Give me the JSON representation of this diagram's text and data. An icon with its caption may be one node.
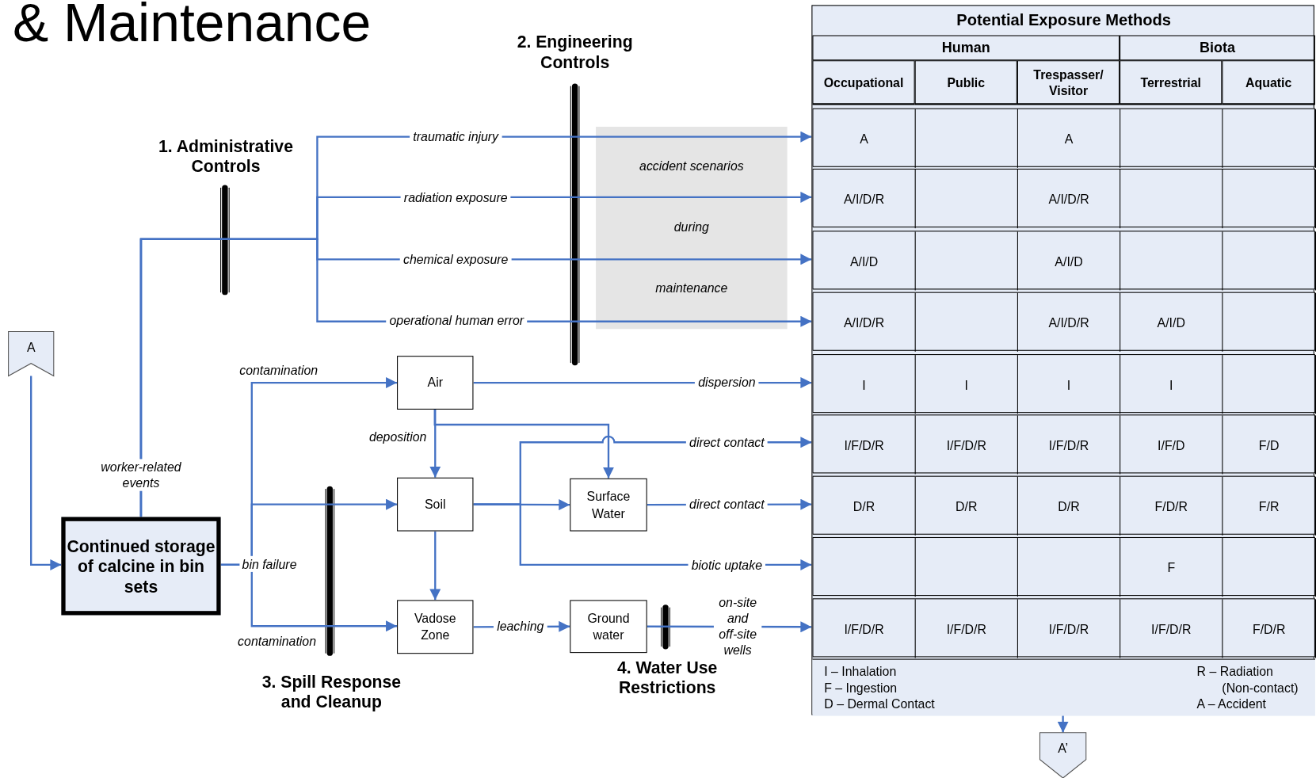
{
  "diagram": {
    "title": "& Maintenance",
    "nodes": [
      {
        "text": [
          "A"
        ]
      },
      {
        "text": [
          "Continued storage of calcine in bin sets"
        ]
      },
      {
        "text": [
          "Air"
        ]
      },
      {
        "text": [
          "Soil"
        ]
      },
      {
        "text": [
          "Surface Water"
        ]
      },
      {
        "text": [
          "Vadose Zone"
        ]
      },
      {
        "text": [
          "Ground water"
        ]
      },
      {
        "text": [
          "Potential Exposure Methods"
        ]
      },
      {
        "text": [
          "Human"
        ],
        "in": 7
      },
      {
        "text": [
          "Biota"
        ],
        "in": 7
      },
      {
        "text": [
          "Occupational"
        ],
        "in": 7
      },
      {
        "text": [
          "Public"
        ],
        "in": 7
      },
      {
        "text": [
          "Trespasser/ Visitor"
        ],
        "in": 7
      },
      {
        "text": [
          "Terrestrial"
        ],
        "in": 7
      },
      {
        "text": [
          "Aquatic"
        ],
        "in": 7
      },
      {
        "text": [],
        "shape": "band",
        "in": 7
      },
      {
        "text": [
          "A"
        ],
        "in": 15
      },
      {
        "text": [],
        "shape": "box",
        "in": 15
      },
      {
        "text": [
          "A"
        ],
        "in": 15
      },
      {
        "text": [],
        "shape": "box",
        "in": 15
      },
      {
        "text": [],
        "shape": "box",
        "in": 15
      },
      {
        "text": [],
        "shape": "band",
        "in": 7
      },
      {
        "text": [
          "A/I/D/R"
        ],
        "in": 21
      },
      {
        "text": [],
        "shape": "box",
        "in": 21
      },
      {
        "text": [
          "A/I/D/R"
        ],
        "in": 21
      },
      {
        "text": [],
        "shape": "box",
        "in": 21
      },
      {
        "text": [],
        "shape": "box",
        "in": 21
      },
      {
        "text": [],
        "shape": "band",
        "in": 7
      },
      {
        "text": [
          "A/I/D"
        ],
        "in": 27
      },
      {
        "text": [],
        "shape": "box",
        "in": 27
      },
      {
        "text": [
          "A/I/D"
        ],
        "in": 27
      },
      {
        "text": [],
        "shape": "box",
        "in": 27
      },
      {
        "text": [],
        "shape": "box",
        "in": 27
      },
      {
        "text": [],
        "shape": "band",
        "in": 7
      },
      {
        "text": [
          "A/I/D/R"
        ],
        "in": 33
      },
      {
        "text": [],
        "shape": "box",
        "in": 33
      },
      {
        "text": [
          "A/I/D/R"
        ],
        "in": 33
      },
      {
        "text": [
          "A/I/D"
        ],
        "in": 33
      },
      {
        "text": [],
        "shape": "box",
        "in": 33
      },
      {
        "text": [],
        "shape": "band",
        "in": 7
      },
      {
        "text": [
          "I"
        ],
        "in": 39
      },
      {
        "text": [
          "I"
        ],
        "in": 39
      },
      {
        "text": [
          "I"
        ],
        "in": 39
      },
      {
        "text": [
          "I"
        ],
        "in": 39
      },
      {
        "text": [],
        "shape": "box",
        "in": 39
      },
      {
        "text": [],
        "shape": "band",
        "in": 7
      },
      {
        "text": [
          "I/F/D/R"
        ],
        "in": 45
      },
      {
        "text": [
          "I/F/D/R"
        ],
        "in": 45
      },
      {
        "text": [
          "I/F/D/R"
        ],
        "in": 45
      },
      {
        "text": [
          "I/F/D"
        ],
        "in": 45
      },
      {
        "text": [
          "F/D"
        ],
        "in": 45
      },
      {
        "text": [],
        "shape": "band",
        "in": 7
      },
      {
        "text": [
          "D/R"
        ],
        "in": 51
      },
      {
        "text": [
          "D/R"
        ],
        "in": 51
      },
      {
        "text": [
          "D/R"
        ],
        "in": 51
      },
      {
        "text": [
          "F/D/R"
        ],
        "in": 51
      },
      {
        "text": [
          "F/R"
        ],
        "in": 51
      },
      {
        "text": [],
        "shape": "band",
        "in": 7
      },
      {
        "text": [],
        "shape": "box",
        "in": 57
      },
      {
        "text": [],
        "shape": "box",
        "in": 57
      },
      {
        "text": [],
        "shape": "box",
        "in": 57
      },
      {
        "text": [
          "F"
        ],
        "in": 57
      },
      {
        "text": [],
        "shape": "box",
        "in": 57
      },
      {
        "text": [],
        "shape": "band",
        "in": 7
      },
      {
        "text": [
          "I/F/D/R"
        ],
        "in": 63
      },
      {
        "text": [
          "I/F/D/R"
        ],
        "in": 63
      },
      {
        "text": [
          "I/F/D/R"
        ],
        "in": 63
      },
      {
        "text": [
          "I/F/D/R"
        ],
        "in": 63
      },
      {
        "text": [
          "F/D/R"
        ],
        "in": 63
      },
      {
        "text": [
          "I – Inhalation",
          "F – Ingestion",
          "D – Dermal Contact",
          "R – Radiation (Non-contact)",
          "A – Accident"
        ],
        "in": 7
      },
      {
        "text": [
          "A’"
        ]
      }
    ],
    "edges": [
      {
        "from": 0,
        "to": 1,
        "arrow": "to"
      },
      {
        "from": 1,
        "to": 15,
        "arrow": "to",
        "label": "traumatic injury"
      },
      {
        "from": 1,
        "to": 21,
        "arrow": "to",
        "label": "radiation exposure"
      },
      {
        "from": 1,
        "to": 27,
        "arrow": "to",
        "label": "chemical exposure"
      },
      {
        "from": 1,
        "to": 33,
        "arrow": "to",
        "label": "operational human error"
      },
      {
        "from": 1,
        "to": 2,
        "arrow": "to",
        "label": "contamination"
      },
      {
        "from": 1,
        "to": 3,
        "arrow": "to"
      },
      {
        "from": 1,
        "to": 5,
        "arrow": "to",
        "label": "contamination"
      },
      {
        "from": 2,
        "to": 39,
        "arrow": "to",
        "label": "dispersion"
      },
      {
        "from": 2,
        "to": 3,
        "arrow": "to",
        "label": "deposition"
      },
      {
        "from": 2,
        "to": 4,
        "arrow": "to"
      },
      {
        "from": 3,
        "to": 4,
        "arrow": "to"
      },
      {
        "from": 3,
        "to": 5,
        "arrow": "to"
      },
      {
        "from": 3,
        "to": 45,
        "arrow": "to",
        "label": "direct contact"
      },
      {
        "from": 3,
        "to": 57,
        "arrow": "to",
        "label": "biotic uptake"
      },
      {
        "from": 4,
        "to": 51,
        "arrow": "to",
        "label": "direct contact"
      },
      {
        "from": 5,
        "to": 6,
        "arrow": "to",
        "label": "leaching"
      },
      {
        "from": 6,
        "to": 63,
        "arrow": "to",
        "label": "on-site and off-site wells"
      },
      {
        "from": 7,
        "to": 70,
        "arrow": "to"
      }
    ],
    "labels": [
      "2. Engineering Controls",
      "1. Administrative Controls",
      "accident scenarios",
      "during",
      "maintenance",
      "worker-related events",
      "bin failure",
      "3. Spill Response and Cleanup",
      "4. Water Use Restrictions"
    ]
  }
}
